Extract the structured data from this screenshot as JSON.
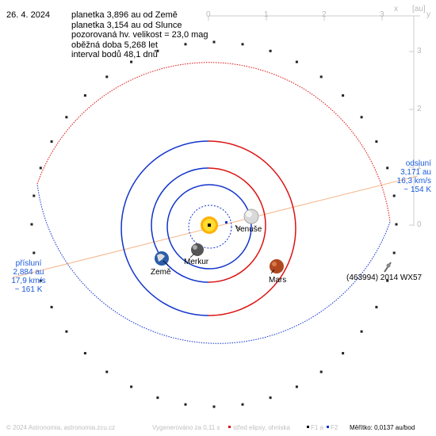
{
  "header": {
    "date": "26. 4. 2024",
    "info_lines": [
      "planetka 3,896 au od Země",
      "planetka 3,154 au od Slunce",
      "pozorovaná hv. velikost = 23,0 mag",
      "oběžná doba 5,268 let",
      "interval bodů 48,1 dnů"
    ]
  },
  "axis": {
    "top_ticks": [
      "0",
      "1",
      "2",
      "3"
    ],
    "top_x_label": "x",
    "unit_label": "[au]",
    "right_ticks": [
      "3",
      "2",
      "1",
      "0"
    ],
    "right_y_label": "y"
  },
  "planets": {
    "venus": "Venuše",
    "mercury": "Merkur",
    "earth": "Země",
    "mars": "Mars"
  },
  "asteroid": {
    "name": "(463994) 2014 WX57"
  },
  "aphelion": {
    "title": "odsluní",
    "distance": "3,171 au",
    "speed": "16,3 km/s",
    "temp": "~ 154 K"
  },
  "perihelion": {
    "title": "přísluní",
    "distance": "2,884 au",
    "speed": "17,9 km/s",
    "temp": "~ 161 K"
  },
  "footer": {
    "copyright": "© 2024 Astronomia, astronomia.zcu.cz",
    "generated": "Vygenerováno za 0,11 s",
    "legend_center": "střed elipsy, ohniska",
    "legend_f1": "F1 a",
    "legend_f2": "F2",
    "scale": "Měřítko: 0,0137 au/bod"
  },
  "colors": {
    "orbit_blue": "#1133cc",
    "orbit_red": "#dd1111",
    "axis_gray": "#cccccc",
    "text_blue": "#1a5bdc",
    "apsis_line": "#f5b58a"
  },
  "icons": {
    "sun": "sun-icon",
    "asteroid": "asteroid-icon"
  }
}
